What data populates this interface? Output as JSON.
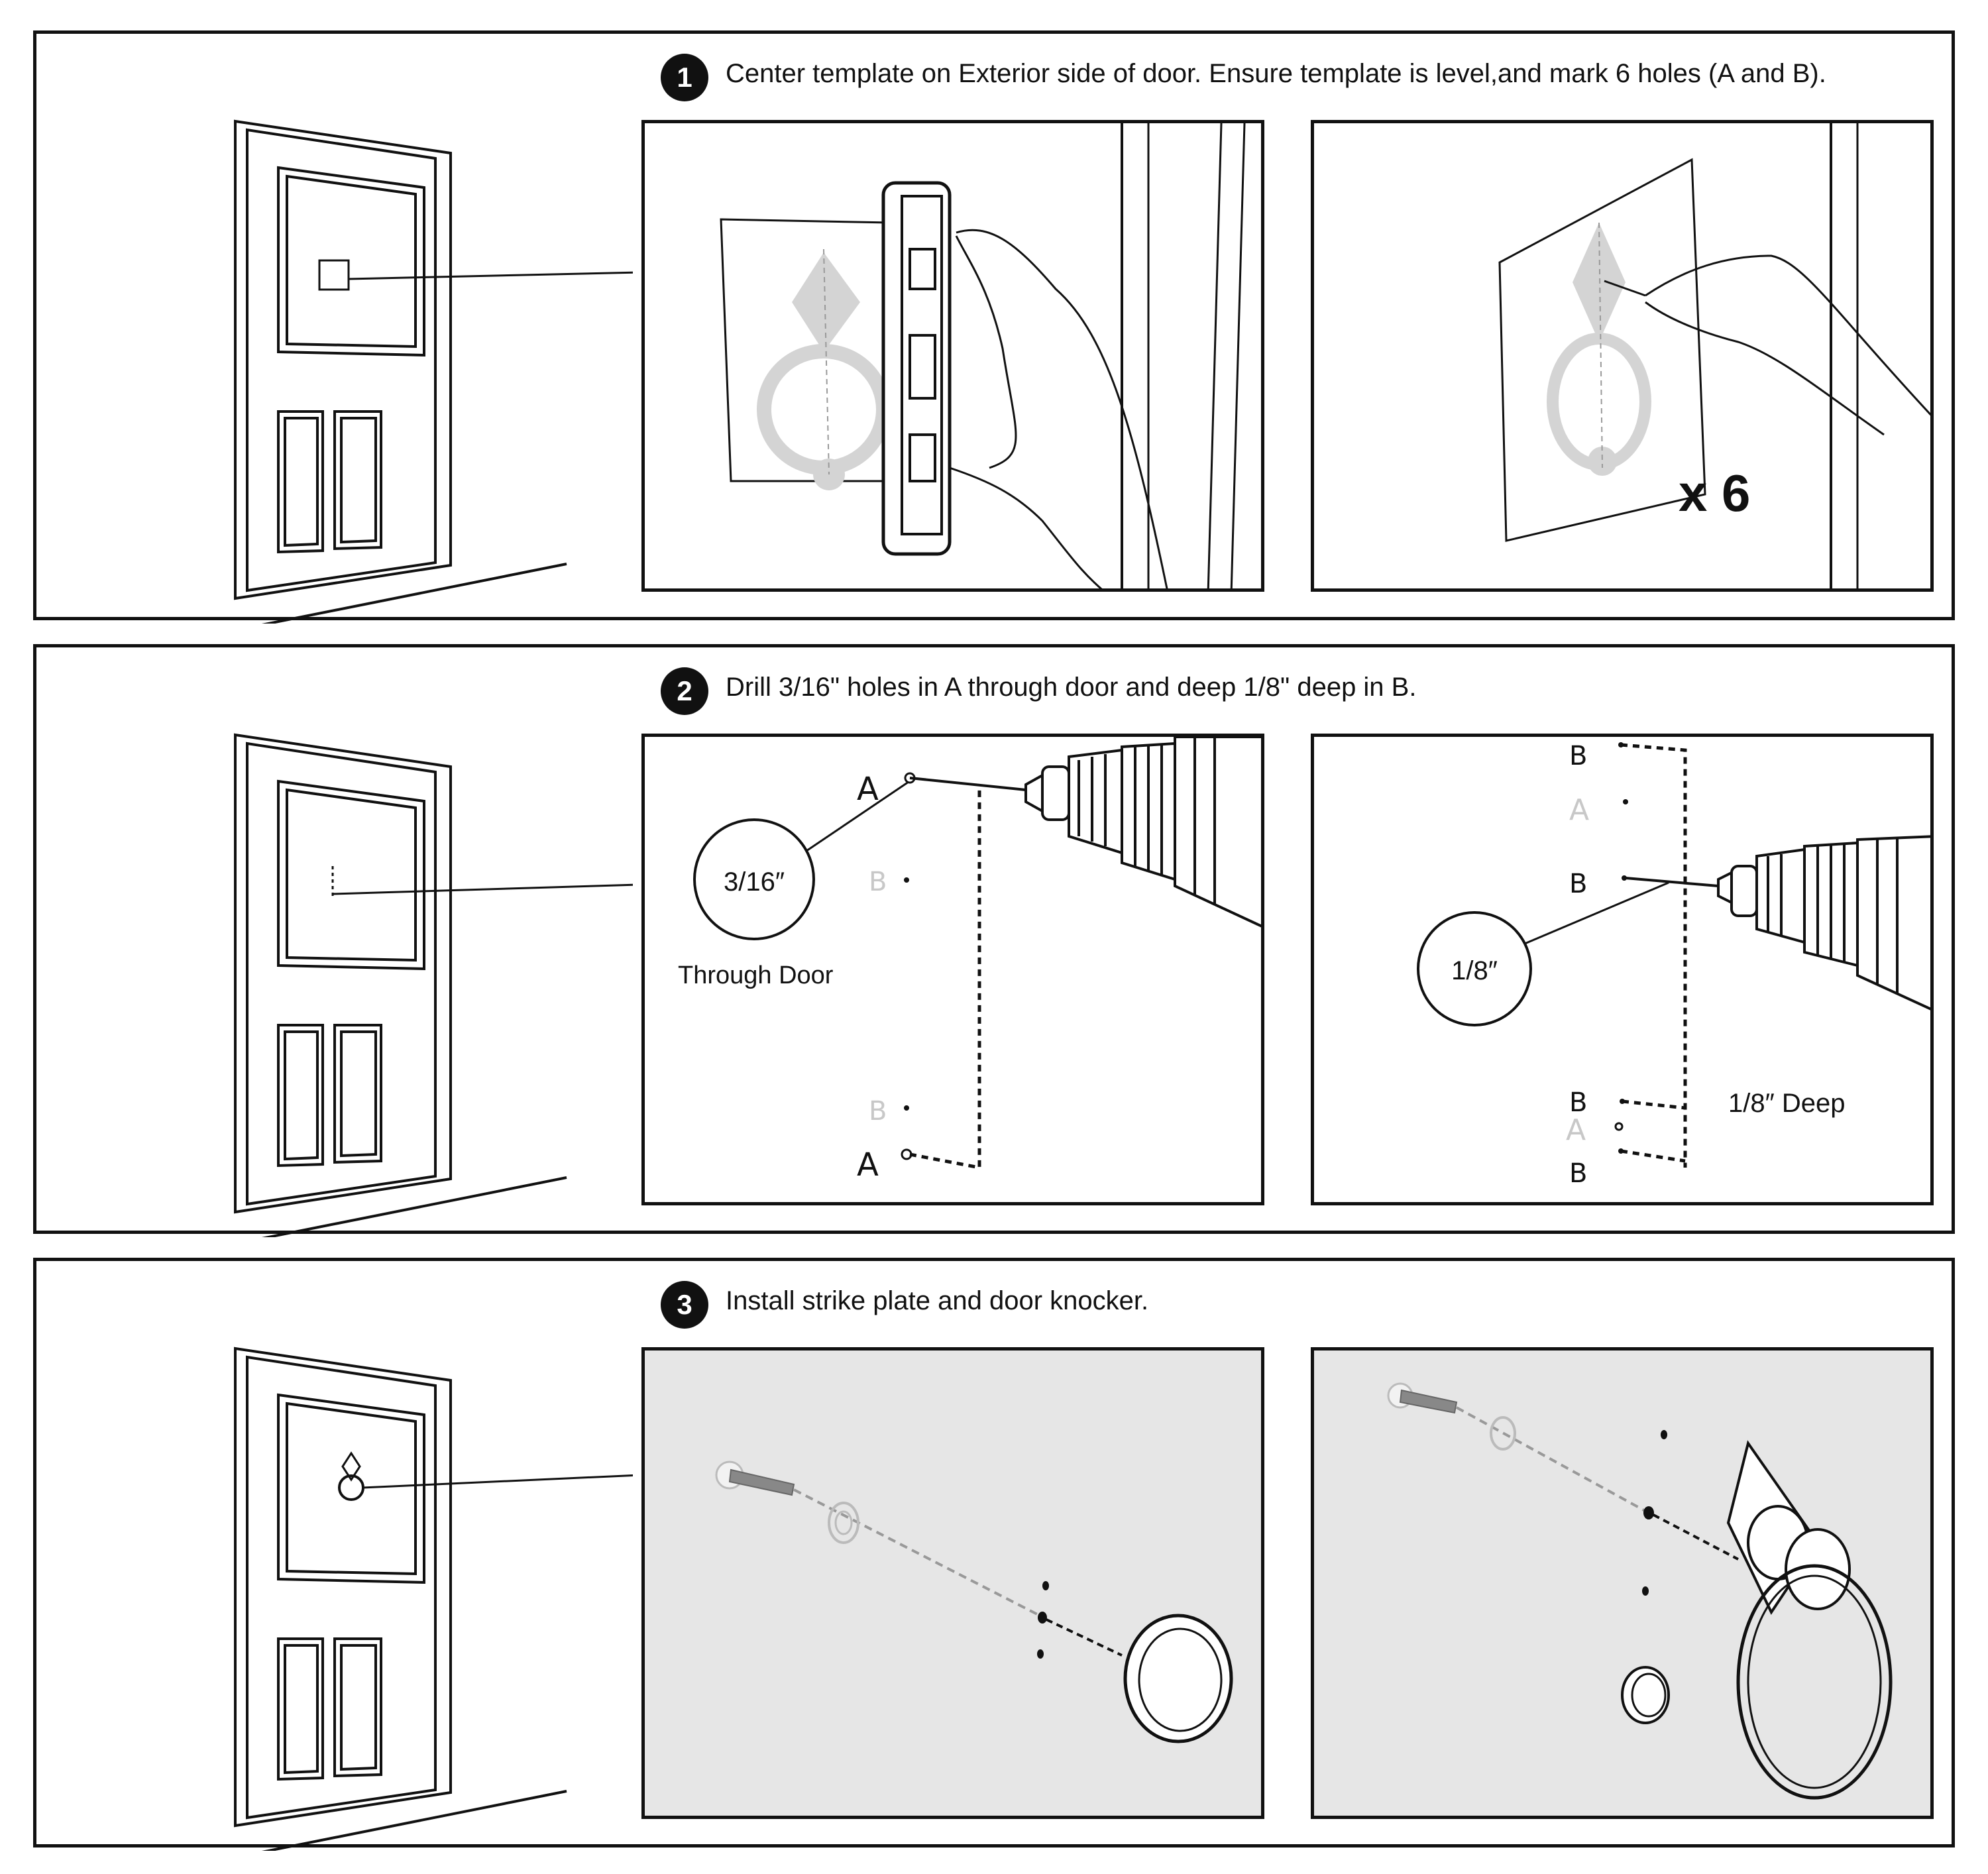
{
  "steps": [
    {
      "number": "1",
      "instruction": "Center template on Exterior side of door. Ensure template is level,and mark 6 holes (A and B).",
      "multiplier_label": "x 6"
    },
    {
      "number": "2",
      "instruction": "Drill 3/16\" holes in A through door and deep 1/8\" deep in B.",
      "left_panel": {
        "size_label": "3/16″",
        "through_label": "Through Door",
        "hole_labels": {
          "a_top": "A",
          "b_top": "B",
          "b_bottom": "B",
          "a_bottom": "A"
        }
      },
      "right_panel": {
        "size_label": "1/8″",
        "depth_label": "1/8″  Deep",
        "hole_labels": {
          "b_1": "B",
          "a_1": "A",
          "b_2": "B",
          "b_3": "B",
          "a_2": "A",
          "b_4": "B"
        }
      }
    },
    {
      "number": "3",
      "instruction": "Install strike plate and door knocker."
    }
  ],
  "colors": {
    "line": "#111111",
    "panel_gray": "#e6e6e6",
    "faint": "#c8c8c8"
  }
}
